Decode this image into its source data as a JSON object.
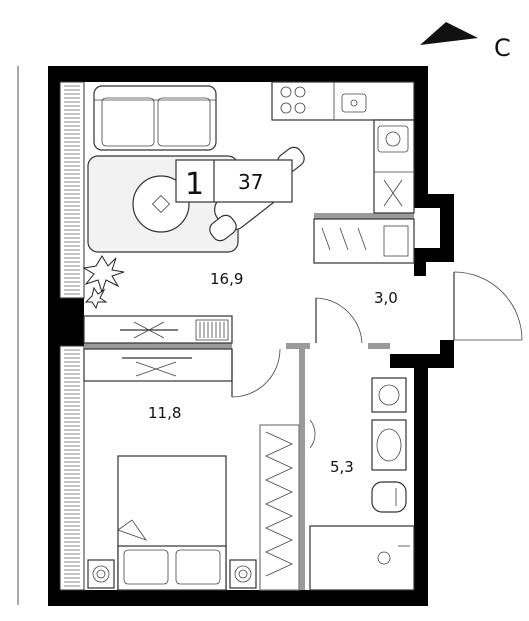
{
  "compass": {
    "label": "С"
  },
  "plan": {
    "unit_badge": {
      "rooms": "1",
      "area": "37"
    },
    "rooms": [
      {
        "id": "living",
        "area": "16,9"
      },
      {
        "id": "hall",
        "area": "3,0"
      },
      {
        "id": "bedroom",
        "area": "11,8"
      },
      {
        "id": "bathroom",
        "area": "5,3"
      }
    ]
  },
  "colors": {
    "wall": "#000000",
    "partition": "#9a9a9a",
    "wardrobe": "#7a7a7a",
    "rug": "#f2f2f2"
  }
}
